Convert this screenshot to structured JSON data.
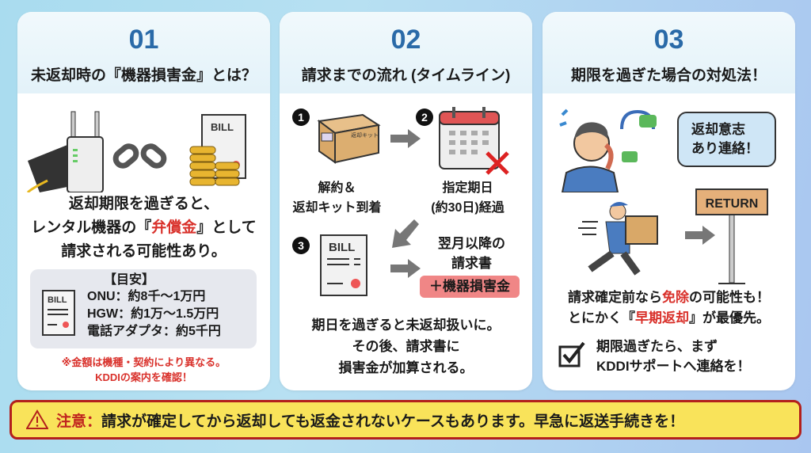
{
  "cards": [
    {
      "number": "01",
      "title": "未返却時の『機器損害金』とは？",
      "bill_label": "BILL",
      "body": {
        "line1": "返却期限を過ぎると、",
        "line2_pre": "レンタル機器の『",
        "line2_em": "弁償金",
        "line2_post": "』として",
        "line3": "請求される可能性あり。"
      },
      "estimate": {
        "heading": "【目安】",
        "bill_label": "BILL",
        "items": [
          "ONU：約8千〜1万円",
          "HGW：約1万〜1.5万円",
          "電話アダプタ：約5千円"
        ]
      },
      "note": [
        "※金額は機種・契約により異なる。",
        "KDDIの案内を確認！"
      ]
    },
    {
      "number": "02",
      "title": "請求までの流れ (タイムライン)",
      "steps": [
        {
          "badge": "1",
          "label": [
            "解約＆",
            "返却キット到着"
          ],
          "box_text": "返却キット"
        },
        {
          "badge": "2",
          "label": [
            "指定期日",
            "(約30日)経過"
          ]
        },
        {
          "badge": "3",
          "bill_label": "BILL",
          "label": [
            "翌月以降の",
            "請求書"
          ],
          "tag": "＋機器損害金"
        }
      ],
      "body": [
        "期日を過ぎると未返却扱いに。",
        "その後、請求書に",
        "損害金が加算される。"
      ]
    },
    {
      "number": "03",
      "title": "期限を過ぎた場合の対処法！",
      "bubble": [
        "返却意志",
        "あり連絡！"
      ],
      "sign": "RETURN",
      "body": {
        "line1_pre": "請求確定前なら",
        "line1_em": "免除",
        "line1_post": "の可能性も！",
        "line2_pre": "とにかく『",
        "line2_em": "早期返却",
        "line2_post": "』が最優先。"
      },
      "check": [
        "期限過ぎたら、まず",
        "KDDIサポートへ連絡を！"
      ]
    }
  ],
  "banner": {
    "label": "注意：",
    "text": "請求が確定してから返却しても返金されないケースもあります。早急に返送手続きを！"
  },
  "colors": {
    "accent": "#2a6aa8",
    "alert": "#d9312b",
    "banner_bg": "#f9e35a",
    "banner_border": "#b3201c"
  }
}
